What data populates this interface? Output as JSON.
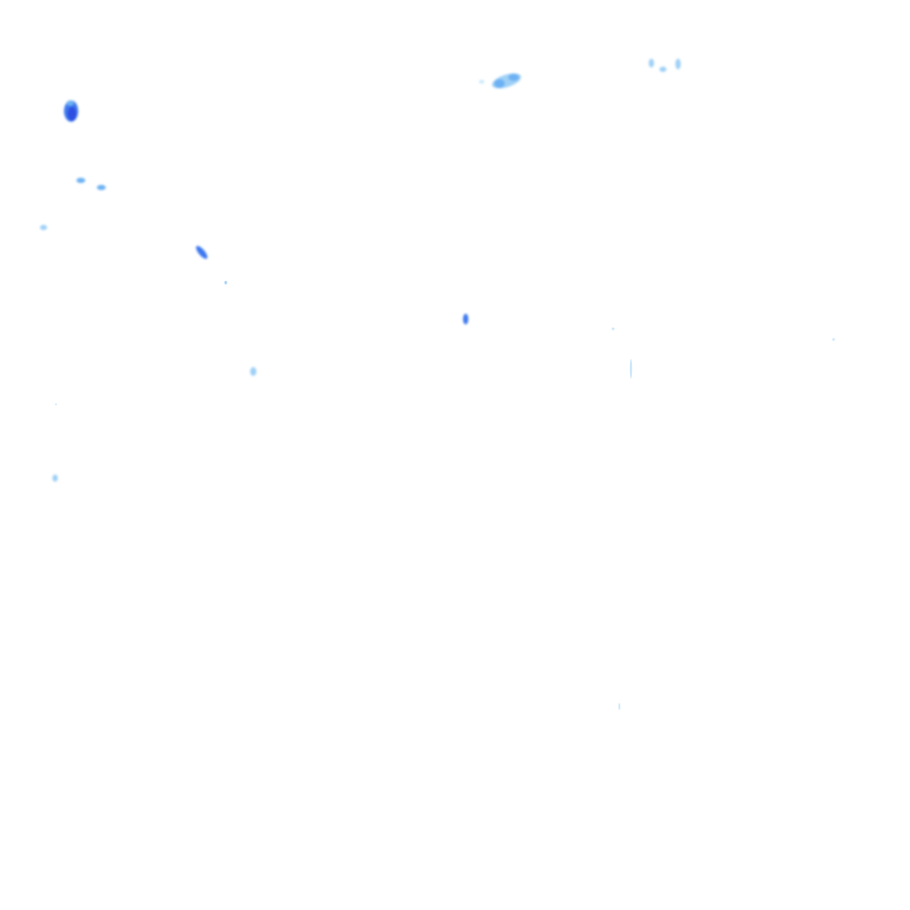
{
  "image": {
    "background_color": "#ffffff",
    "kind": "radar-precipitation-overlay",
    "palette": {
      "very_light": "#c8e6fb",
      "light": "#9fd0f6",
      "medium": "#6cb1f3",
      "strong": "#3d78ef",
      "heavy": "#2f4fe2"
    }
  },
  "echoes": [
    {
      "id": "echo-heavy-nw",
      "intensity": "heavy"
    },
    {
      "id": "echo-north-central-band",
      "intensity": "light"
    },
    {
      "id": "echo-north-east-cluster",
      "intensity": "light"
    },
    {
      "id": "echo-west-pair-a",
      "intensity": "medium"
    },
    {
      "id": "echo-west-pair-b",
      "intensity": "medium"
    },
    {
      "id": "echo-far-west",
      "intensity": "light"
    },
    {
      "id": "echo-west-streak",
      "intensity": "strong"
    },
    {
      "id": "echo-speck-a",
      "intensity": "very_light"
    },
    {
      "id": "echo-central",
      "intensity": "strong"
    },
    {
      "id": "echo-speck-b",
      "intensity": "very_light"
    },
    {
      "id": "echo-speck-c",
      "intensity": "very_light"
    },
    {
      "id": "echo-central-south",
      "intensity": "light"
    },
    {
      "id": "echo-speck-d",
      "intensity": "very_light"
    },
    {
      "id": "echo-speck-e",
      "intensity": "very_light"
    },
    {
      "id": "echo-south-west",
      "intensity": "light"
    },
    {
      "id": "echo-speck-f",
      "intensity": "very_light"
    }
  ]
}
